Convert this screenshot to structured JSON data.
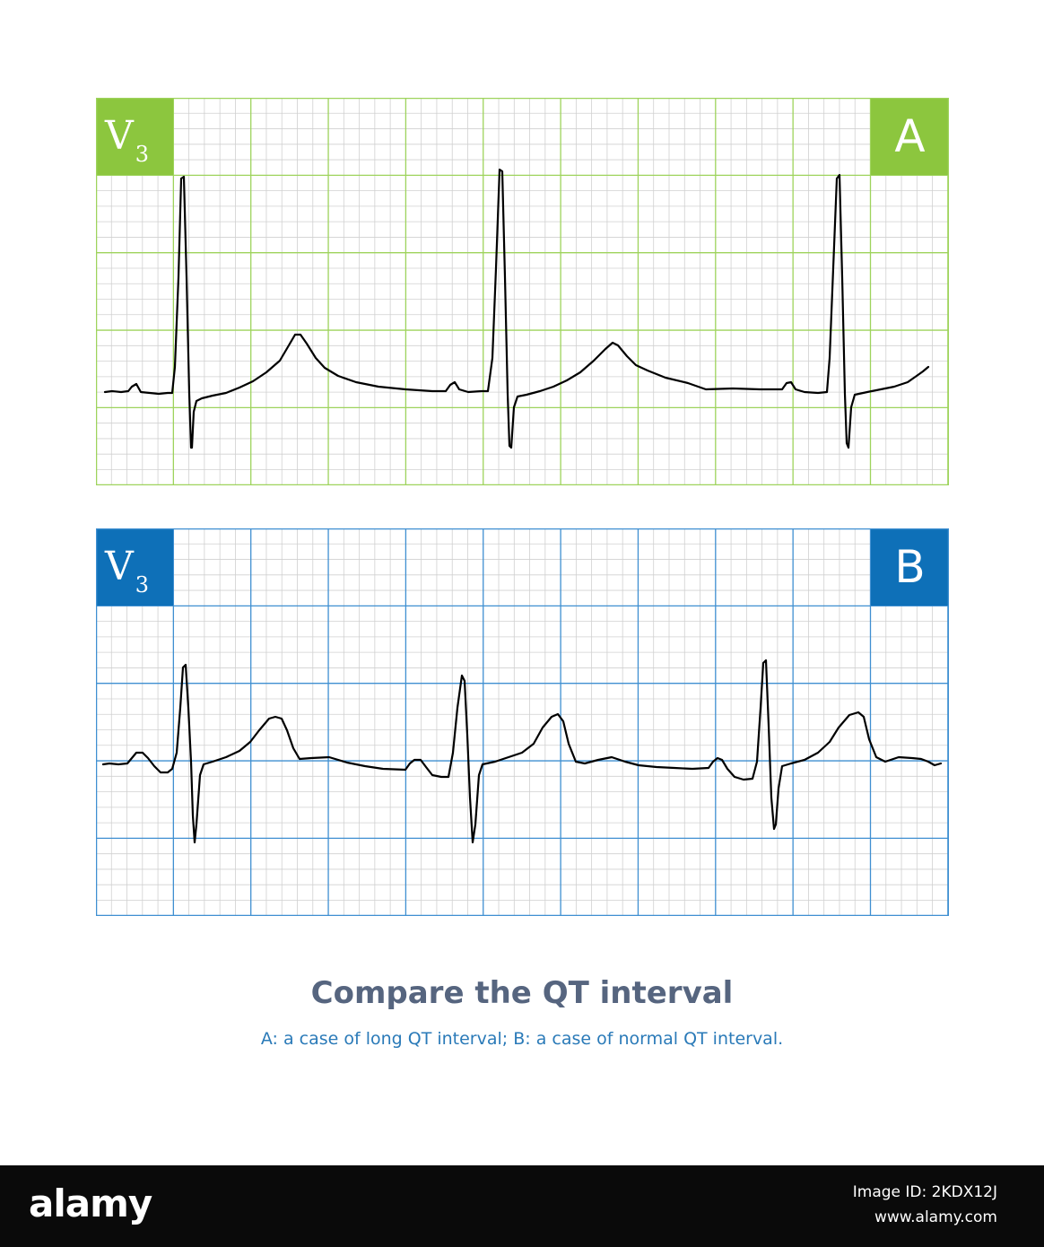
{
  "panels": [
    {
      "lead": "V",
      "lead_sub": "3",
      "letter": "A",
      "colors": {
        "accent": "#8cc63e",
        "minor_grid": "#d0d0d0",
        "major_grid": "#9ed35c",
        "trace": "#000000"
      }
    },
    {
      "lead": "V",
      "lead_sub": "3",
      "letter": "B",
      "colors": {
        "accent": "#0e70b8",
        "minor_grid": "#d0d0d0",
        "major_grid": "#3f8fd1",
        "trace": "#000000"
      }
    }
  ],
  "caption": {
    "title": "Compare the QT interval",
    "subtitle": "A: a case of long QT interval; B: a case of normal QT interval."
  },
  "footer": {
    "logo": "alamy",
    "image_id": "Image ID: 2KDX12J",
    "url": "www.alamy.com"
  }
}
